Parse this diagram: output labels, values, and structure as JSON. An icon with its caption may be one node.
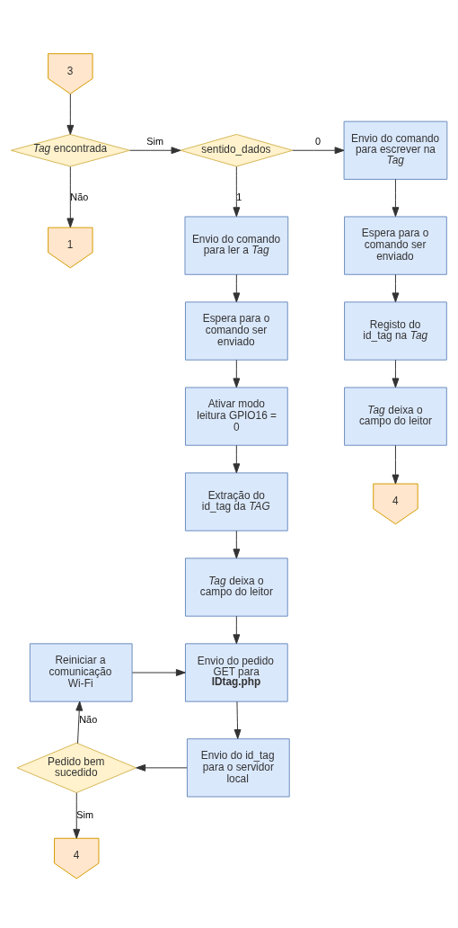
{
  "diagram": {
    "nodes": [
      {
        "text": [
          "3"
        ]
      },
      {
        "text": [
          "*Tag* encontrada"
        ]
      },
      {
        "text": [
          "sentido_dados"
        ]
      },
      {
        "text": [
          "Envio do comando para escrever na *Tag*"
        ]
      },
      {
        "text": [
          "1"
        ]
      },
      {
        "text": [
          "Envio do comando para ler a *Tag*"
        ]
      },
      {
        "text": [
          "Espera para o comando ser enviado"
        ]
      },
      {
        "text": [
          "Espera para o comando ser enviado"
        ]
      },
      {
        "text": [
          "Registo do id_tag na *Tag*"
        ]
      },
      {
        "text": [
          "Ativar modo leitura GPIO16 = 0"
        ]
      },
      {
        "text": [
          "*Tag* deixa o campo do leitor"
        ]
      },
      {
        "text": [
          "Extração do id_tag da *TAG*"
        ]
      },
      {
        "text": [
          "4"
        ]
      },
      {
        "text": [
          "*Tag* deixa o campo do leitor"
        ]
      },
      {
        "text": [
          "Reiniciar a comunicação Wi-Fi"
        ]
      },
      {
        "text": [
          "Envio do pedido GET para **IDtag.php**"
        ]
      },
      {
        "text": [
          "Pedido bem sucedido"
        ]
      },
      {
        "text": [
          "Envio do id_tag para o servidor local"
        ]
      },
      {
        "text": [
          "4"
        ]
      }
    ],
    "edges": [
      {
        "from": 0,
        "to": 1,
        "arrow": "to"
      },
      {
        "from": 1,
        "to": 2,
        "arrow": "to",
        "label": "Sim"
      },
      {
        "from": 1,
        "to": 4,
        "arrow": "to",
        "label": "Não"
      },
      {
        "from": 2,
        "to": 3,
        "arrow": "to",
        "label": "0"
      },
      {
        "from": 2,
        "to": 5,
        "arrow": "to",
        "label": "1"
      },
      {
        "from": 3,
        "to": 6,
        "arrow": "to"
      },
      {
        "from": 6,
        "to": 8,
        "arrow": "to"
      },
      {
        "from": 8,
        "to": 10,
        "arrow": "to"
      },
      {
        "from": 10,
        "to": 12,
        "arrow": "to"
      },
      {
        "from": 5,
        "to": 7,
        "arrow": "to"
      },
      {
        "from": 7,
        "to": 9,
        "arrow": "to"
      },
      {
        "from": 9,
        "to": 11,
        "arrow": "to"
      },
      {
        "from": 11,
        "to": 13,
        "arrow": "to"
      },
      {
        "from": 13,
        "to": 15,
        "arrow": "to"
      },
      {
        "from": 15,
        "to": 17,
        "arrow": "to"
      },
      {
        "from": 17,
        "to": 16,
        "arrow": "to"
      },
      {
        "from": 16,
        "to": 14,
        "arrow": "to",
        "label": "Não"
      },
      {
        "from": 14,
        "to": 15,
        "arrow": "to"
      },
      {
        "from": 16,
        "to": 18,
        "arrow": "to",
        "label": "Sim"
      }
    ]
  }
}
